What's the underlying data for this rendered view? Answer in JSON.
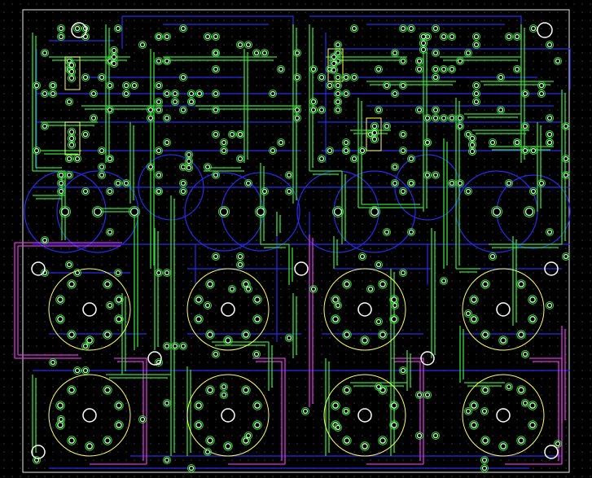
{
  "colors": {
    "background": "#000000",
    "grid_dots": "#4a4a4a",
    "board_outline": "#e8e8e8",
    "top_copper": "#33dd33",
    "bottom_copper": "#2a2aee",
    "magenta_traces": "#dd33dd",
    "silkscreen": "#ffff55",
    "pad_ring": "#d0ffd0",
    "mount_hole": "#ffffff"
  },
  "layers": [
    "top-copper",
    "bottom-copper",
    "magenta-layer",
    "silkscreen",
    "pads",
    "mounting-holes"
  ]
}
